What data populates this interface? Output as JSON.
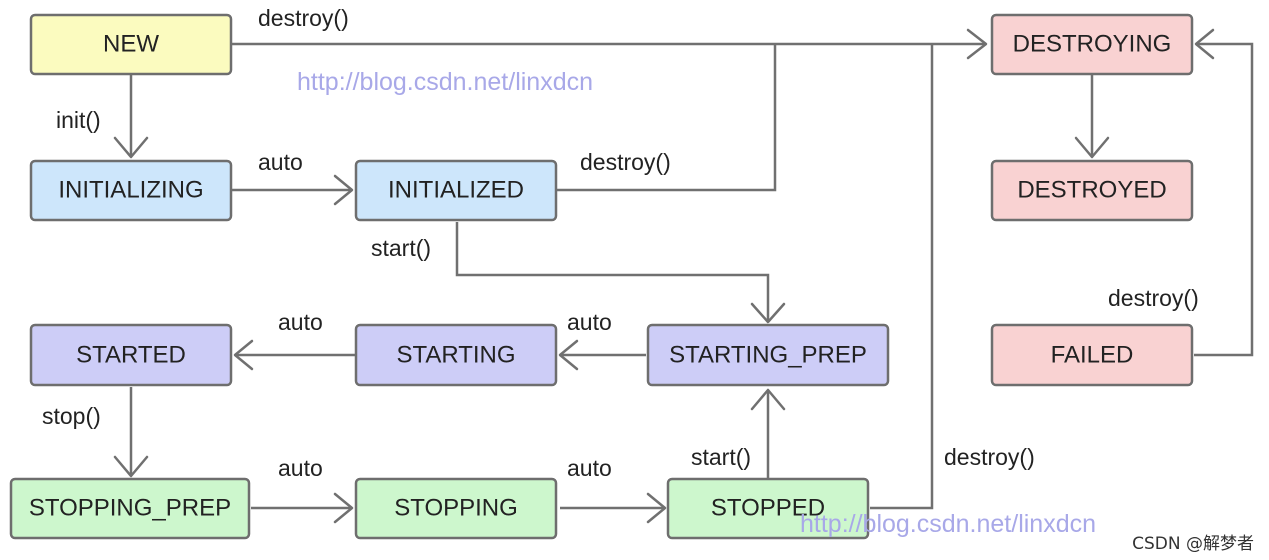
{
  "colors": {
    "yellow": "#fbfbbf",
    "blue": "#cde6fb",
    "purple": "#cdcdf7",
    "green": "#cdf7cd",
    "red": "#f9d2d2",
    "watermark": "#a8a8e8"
  },
  "states": {
    "new": "NEW",
    "initializing": "INITIALIZING",
    "initialized": "INITIALIZED",
    "starting_prep": "STARTING_PREP",
    "starting": "STARTING",
    "started": "STARTED",
    "stopping_prep": "STOPPING_PREP",
    "stopping": "STOPPING",
    "stopped": "STOPPED",
    "destroying": "DESTROYING",
    "destroyed": "DESTROYED",
    "failed": "FAILED"
  },
  "labels": {
    "destroy_new": "destroy()",
    "init": "init()",
    "auto_init": "auto",
    "destroy_initialized": "destroy()",
    "start_initialized": "start()",
    "auto_starting_prep": "auto",
    "auto_starting": "auto",
    "stop": "stop()",
    "auto_stopping_prep": "auto",
    "auto_stopping": "auto",
    "start_stopped": "start()",
    "destroy_stopped": "destroy()",
    "destroy_failed": "destroy()"
  },
  "watermarks": {
    "top": "http://blog.csdn.net/linxdcn",
    "bottom": "http://blog.csdn.net/linxdcn"
  },
  "credit": "CSDN @解梦者"
}
